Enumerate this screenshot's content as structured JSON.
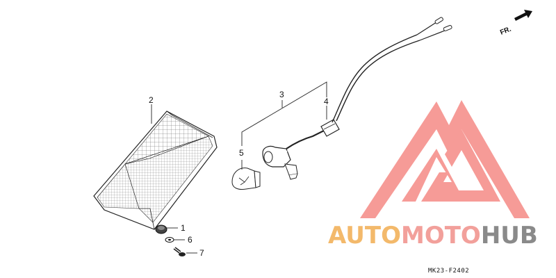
{
  "diagram": {
    "direction_label": "FR.",
    "part_numbers": {
      "p1": "1",
      "p2": "2",
      "p3": "3",
      "p4": "4",
      "p5": "5",
      "p6": "6",
      "p7": "7"
    },
    "drawing_code": "MK23-F2402"
  },
  "watermark": {
    "word_part1": "AUTO",
    "word_part2": "MOTO",
    "word_part3": "HUB",
    "colors": {
      "auto": "#f3b96b",
      "moto": "#f2a09b",
      "hub": "#8a8a8a",
      "logo": "#f26f6a"
    }
  }
}
